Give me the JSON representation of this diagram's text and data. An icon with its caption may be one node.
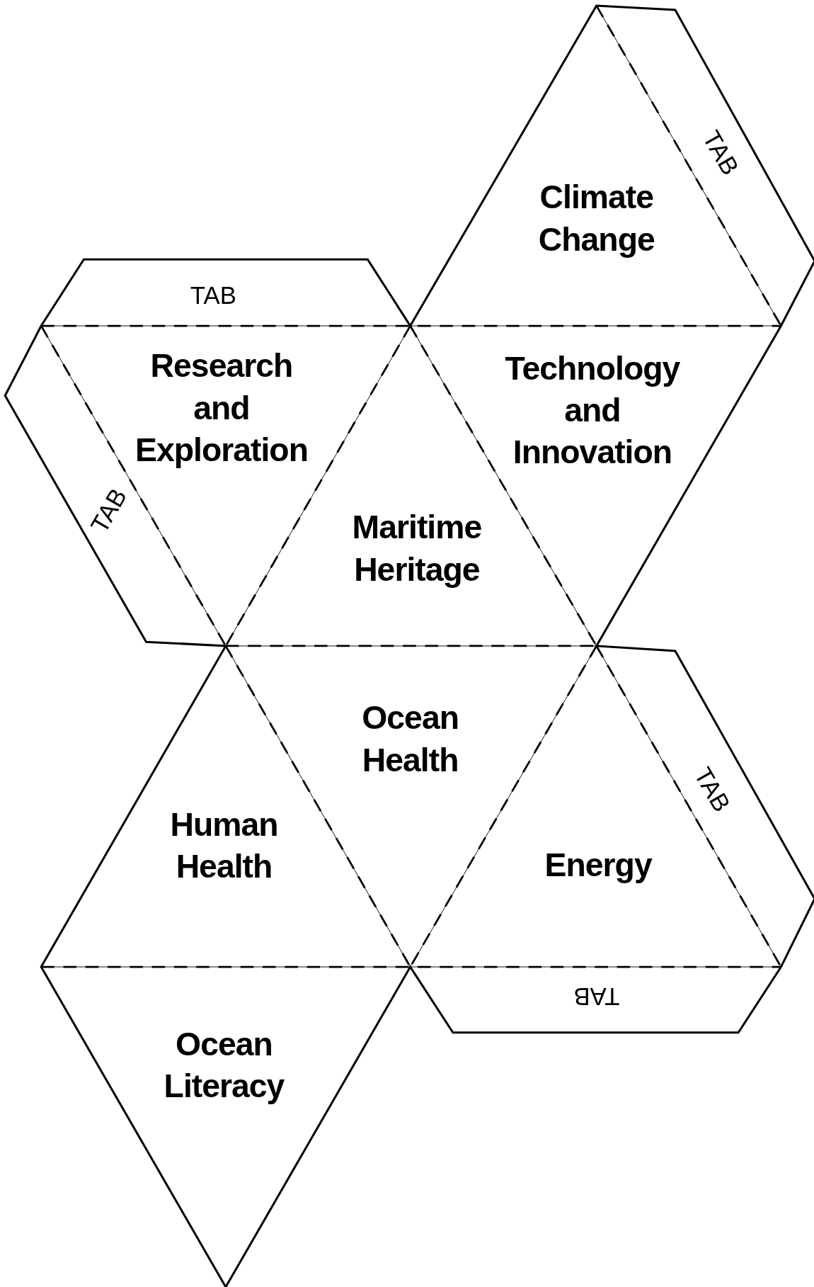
{
  "diagram": {
    "nodes": [
      {
        "text": [
          "Climate Change"
        ]
      },
      {
        "text": [
          "TAB"
        ]
      },
      {
        "text": [
          "TAB"
        ]
      },
      {
        "text": [
          "Research and Exploration"
        ]
      },
      {
        "text": [
          "Technology and Innovation"
        ]
      },
      {
        "text": [
          "TAB"
        ]
      },
      {
        "text": [
          "Maritime Heritage"
        ]
      },
      {
        "text": [
          "Ocean Health"
        ]
      },
      {
        "text": [
          "Human Health"
        ]
      },
      {
        "text": [
          "TAB"
        ]
      },
      {
        "text": [
          "Energy"
        ]
      },
      {
        "text": [
          "TAB"
        ]
      },
      {
        "text": [
          "Ocean Literacy"
        ]
      }
    ]
  }
}
